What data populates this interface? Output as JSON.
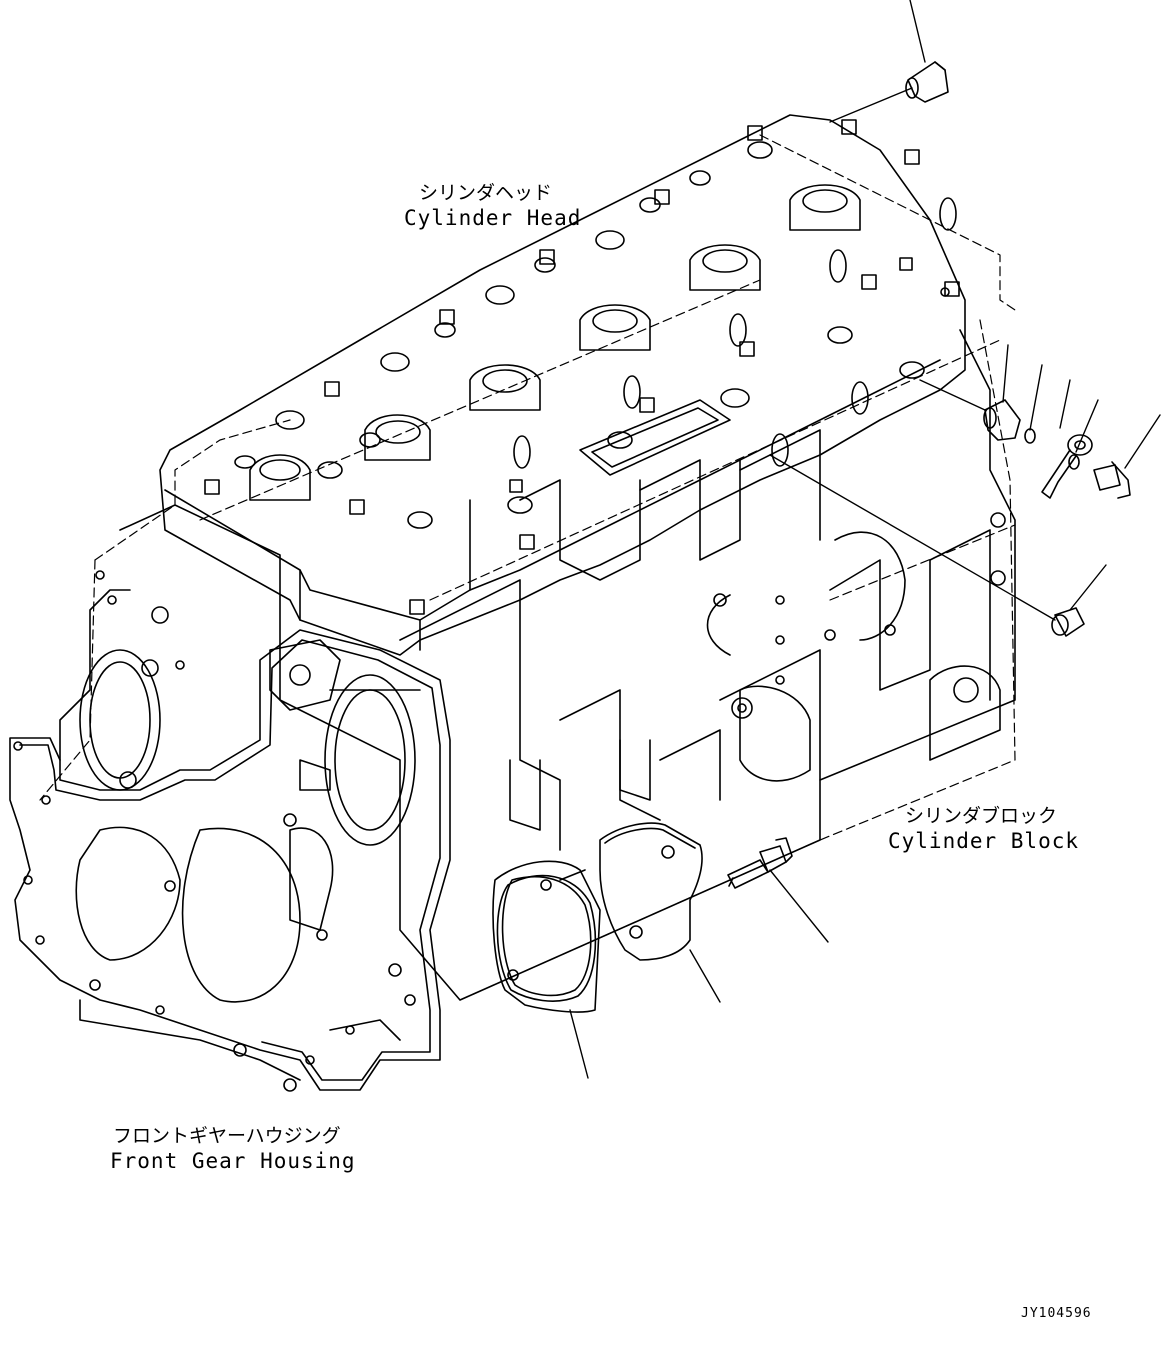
{
  "labels": {
    "cylinder_head": {
      "jp": "シリンダヘッド",
      "en": "Cylinder Head"
    },
    "cylinder_block": {
      "jp": "シリンダブロック",
      "en": "Cylinder Block"
    },
    "front_gear_housing": {
      "jp": "フロントギヤーハウジング",
      "en": "Front Gear Housing"
    }
  },
  "drawing_code": "JY104596"
}
